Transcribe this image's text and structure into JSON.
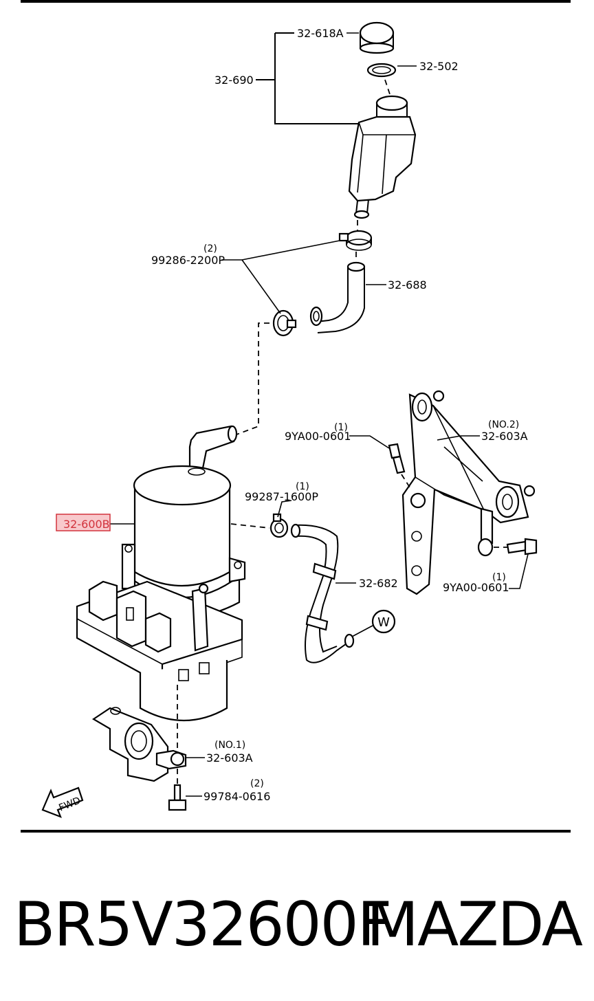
{
  "labels": {
    "cap": "32-618A",
    "seal": "32-502",
    "reservoir": "32-690",
    "clamp_qty": "(2)",
    "clamp": "99286-2200P",
    "hose_upper": "32-688",
    "bolt_upper_qty": "(1)",
    "bolt_upper": "9YA00-0601",
    "bracket2_note": "(NO.2)",
    "bracket2": "32-603A",
    "clamp2_qty": "(1)",
    "clamp2": "99287-1600P",
    "pump": "32-600B",
    "hose_lower": "32-682",
    "connector": "W",
    "bolt_lower_qty": "(1)",
    "bolt_lower": "9YA00-0601",
    "bracket1_note": "(NO.1)",
    "bracket1": "32-603A",
    "bolt_bottom_qty": "(2)",
    "bolt_bottom": "99784-0616",
    "fwd": "FWD"
  },
  "footer": {
    "part_number": "BR5V32600F",
    "brand": "MAZDA"
  },
  "colors": {
    "highlight_fill": "#f8c9cc",
    "highlight_stroke": "#d2323c"
  }
}
